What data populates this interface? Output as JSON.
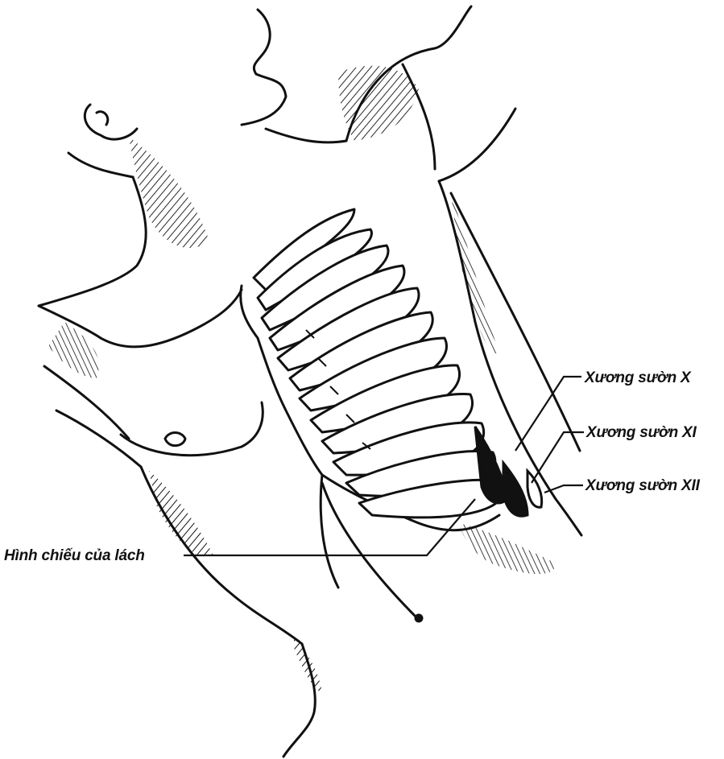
{
  "labels": {
    "rib_x": "Xương sườn X",
    "rib_xi": "Xương sườn XI",
    "rib_xii": "Xương sườn XII",
    "spleen_projection": "Hình chiếu của lách"
  },
  "colors": {
    "ink": "#111111",
    "paper": "#ffffff"
  }
}
